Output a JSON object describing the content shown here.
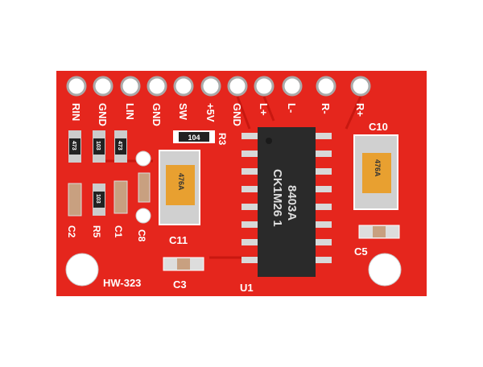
{
  "board": {
    "model": "HW-323",
    "pin_labels": [
      "RIN",
      "GND",
      "LIN",
      "GND",
      "SW",
      "+5V",
      "GND",
      "L+",
      "L-",
      "R-",
      "R+"
    ],
    "chip_label": "U1",
    "chip_marking": [
      "8403A",
      "CK1M26 1"
    ],
    "component_labels": {
      "c10": "C10",
      "c11": "C11",
      "c3": "C3",
      "c5": "C5",
      "c2": "C2",
      "r5": "R5",
      "c1": "C1",
      "c8": "C8",
      "r3": "R3"
    },
    "resistor_markings": {
      "r104": "104",
      "r473a": "473",
      "r103a": "103",
      "r473b": "473",
      "r103b": "103"
    },
    "cap_marking": "476A",
    "colors": {
      "pcb": "#e5261d",
      "silk": "#ffffff",
      "chip": "#2a2a2a",
      "tantalum": "#e8a030",
      "pad": "#d8d8d8"
    }
  }
}
